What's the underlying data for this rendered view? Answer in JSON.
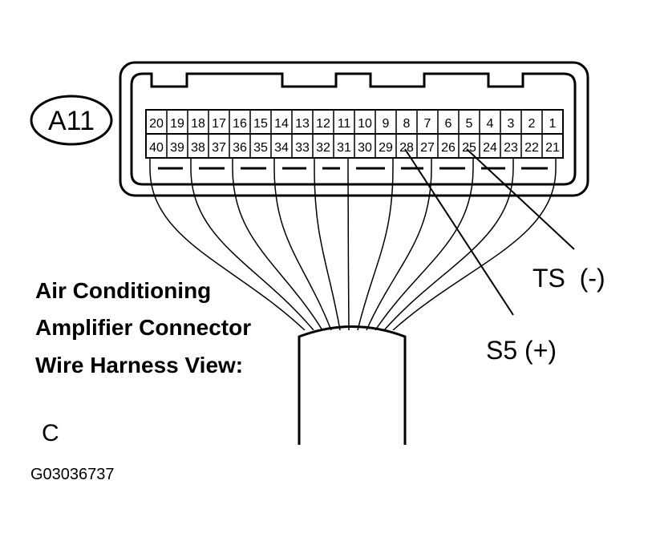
{
  "connector_id": "A11",
  "top_row_pins": [
    "20",
    "19",
    "18",
    "17",
    "16",
    "15",
    "14",
    "13",
    "12",
    "11",
    "10",
    "9",
    "8",
    "7",
    "6",
    "5",
    "4",
    "3",
    "2",
    "1"
  ],
  "bottom_row_pins": [
    "40",
    "39",
    "38",
    "37",
    "36",
    "35",
    "34",
    "33",
    "32",
    "31",
    "30",
    "29",
    "28",
    "27",
    "26",
    "25",
    "24",
    "23",
    "22",
    "21"
  ],
  "callouts": {
    "ts_label": "TS  (-)",
    "s5_label": "S5 (+)"
  },
  "caption": {
    "line1": "Air Conditioning",
    "line2": "Amplifier Connector",
    "line3": "Wire Harness View:"
  },
  "corner_letter": "C",
  "figure_code": "G03036737"
}
